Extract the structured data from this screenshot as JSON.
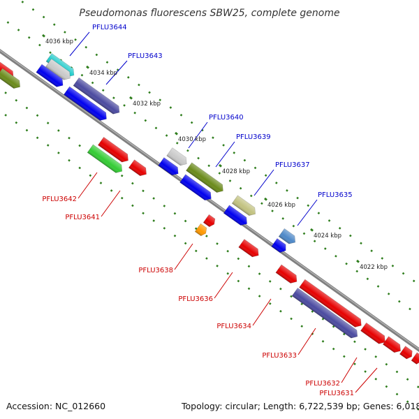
{
  "title": "Pseudomonas fluorescens SBW25, complete genome",
  "accession_label": "Accession: NC_012660",
  "topology_label": "Topology: circular; Length: 6,722,539 bp; Genes: 6,018",
  "colors": {
    "backbone": "#808080",
    "tick": "#2e7d1c",
    "label_blue": "#0000cc",
    "label_red": "#cc0000"
  },
  "ticks": [
    {
      "label": "4036 kbp"
    },
    {
      "label": "4034 kbp"
    },
    {
      "label": "4032 kbp"
    },
    {
      "label": "4030 kbp"
    },
    {
      "label": "4028 kbp"
    },
    {
      "label": "4026 kbp"
    },
    {
      "label": "4024 kbp"
    },
    {
      "label": "4022 kbp"
    }
  ],
  "gene_labels_top": [
    {
      "name": "PFLU3644"
    },
    {
      "name": "PFLU3643"
    },
    {
      "name": "PFLU3640"
    },
    {
      "name": "PFLU3639"
    },
    {
      "name": "PFLU3637"
    },
    {
      "name": "PFLU3635"
    }
  ],
  "gene_labels_bottom": [
    {
      "name": "PFLU3642"
    },
    {
      "name": "PFLU3641"
    },
    {
      "name": "PFLU3638"
    },
    {
      "name": "PFLU3636"
    },
    {
      "name": "PFLU3634"
    },
    {
      "name": "PFLU3633"
    },
    {
      "name": "PFLU3632"
    },
    {
      "name": "PFLU3631"
    }
  ]
}
